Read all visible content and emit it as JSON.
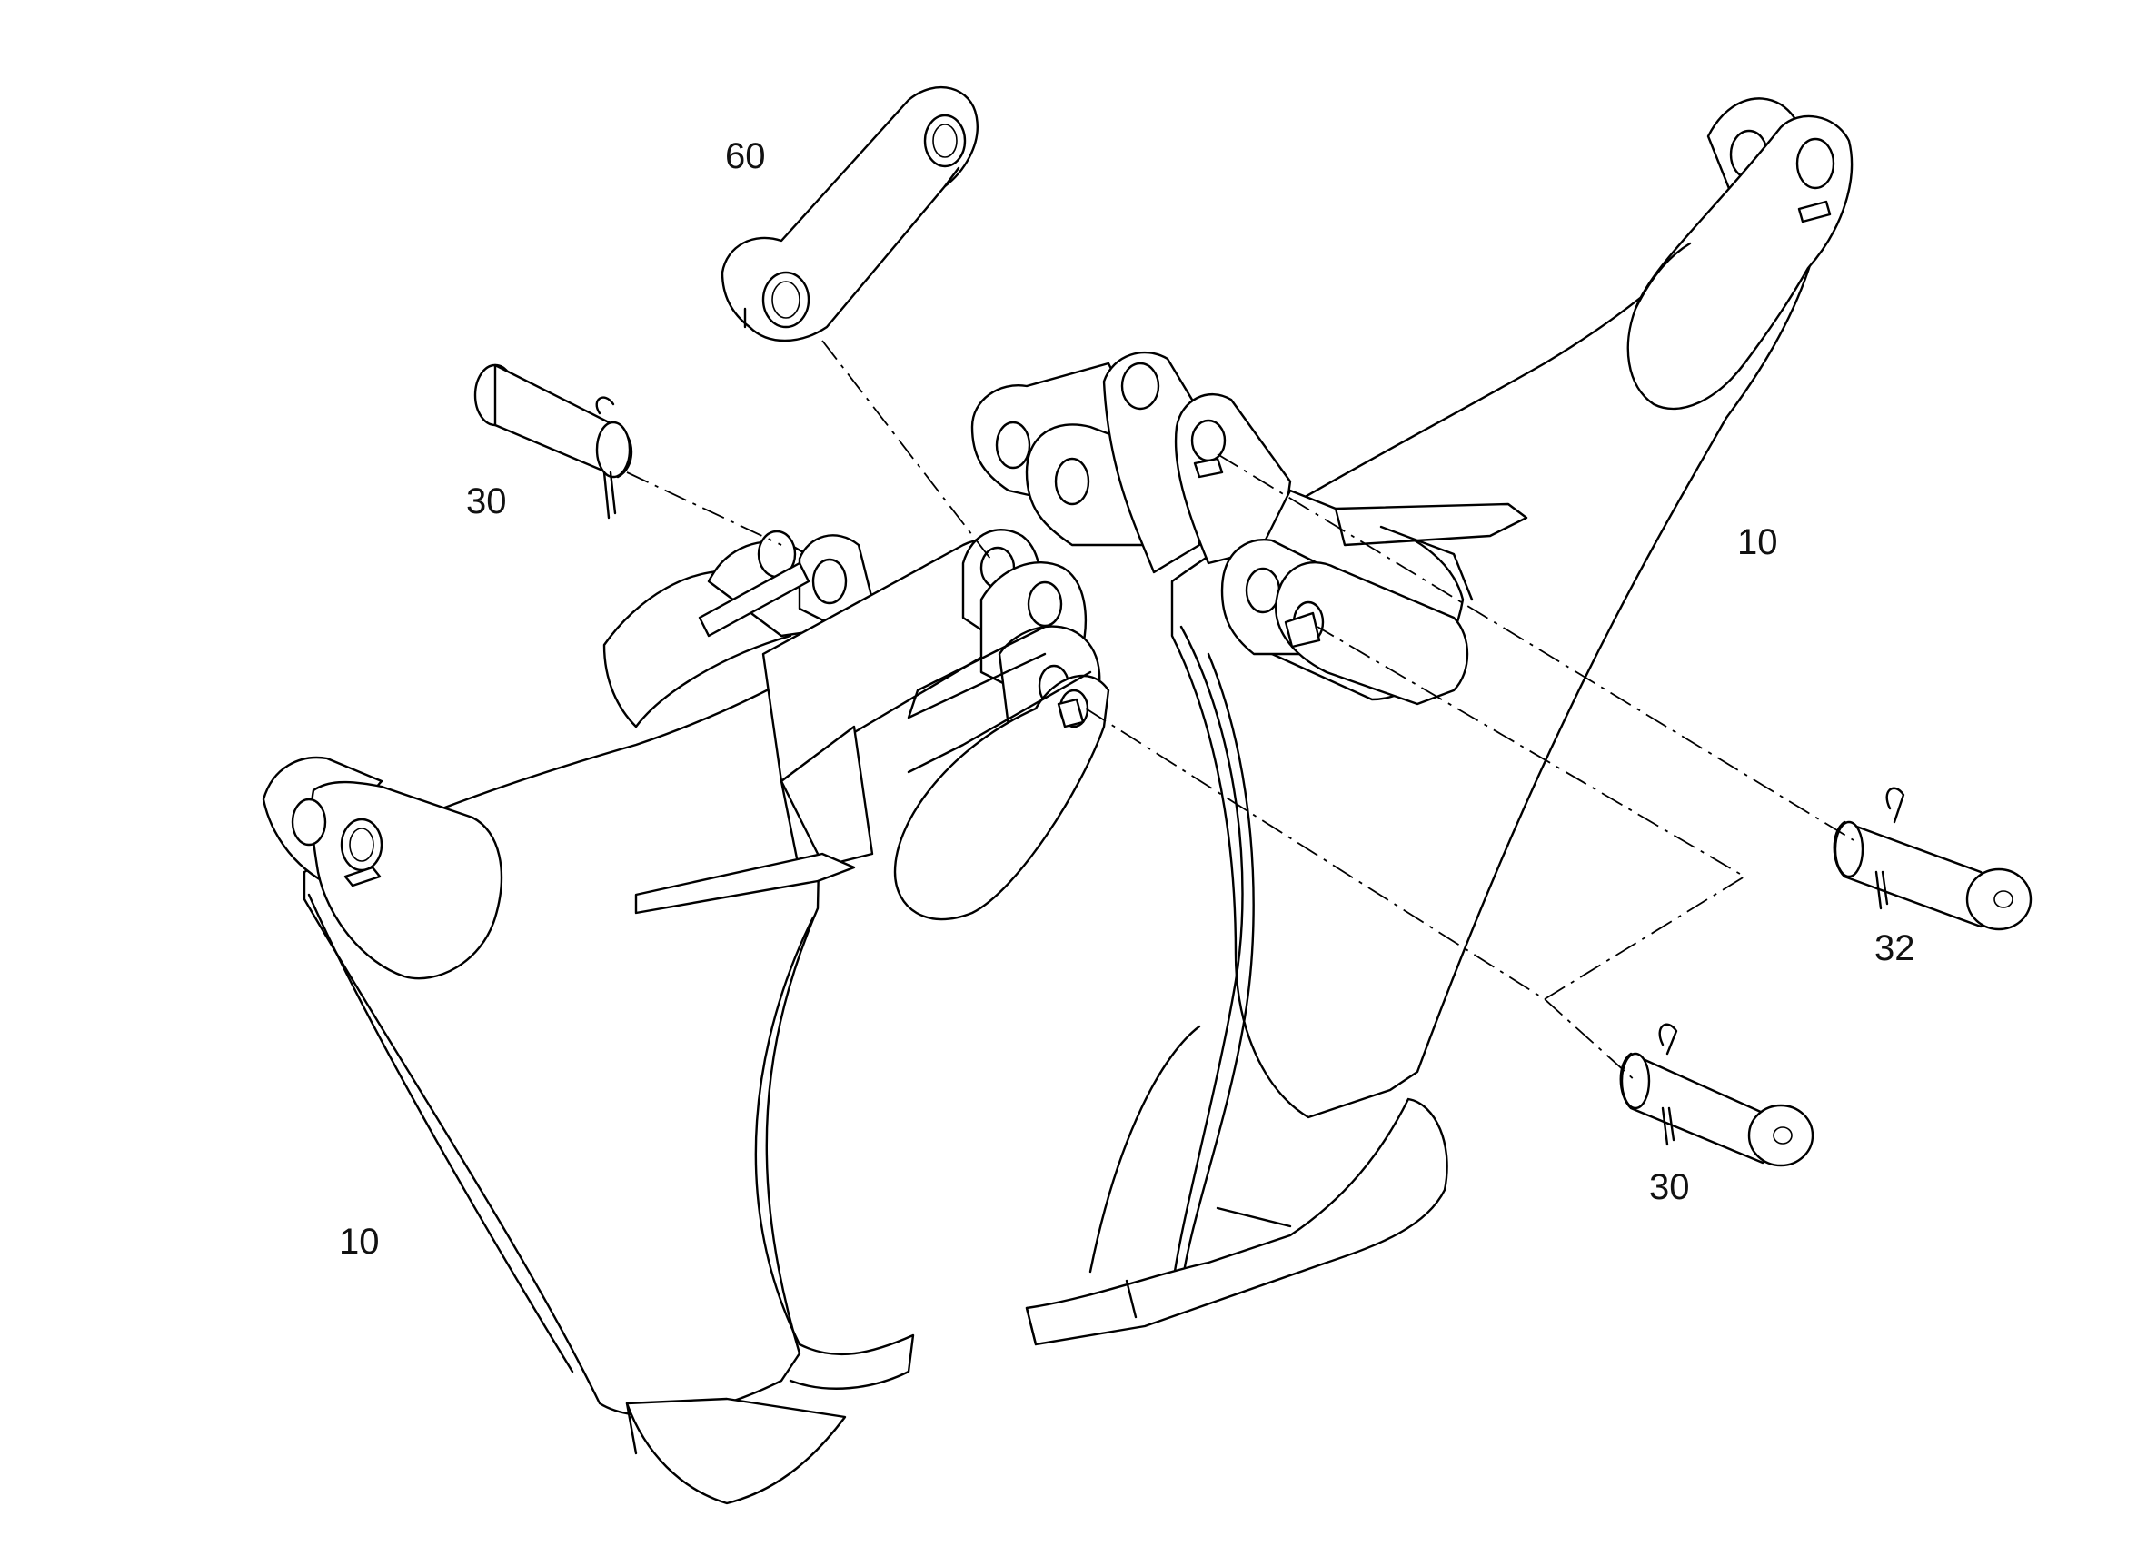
{
  "callouts": {
    "link_60": "60",
    "pin_30_top": "30",
    "tooth_10_right": "10",
    "pin_32": "32",
    "pin_30_bottom": "30",
    "tooth_10_left": "10"
  }
}
